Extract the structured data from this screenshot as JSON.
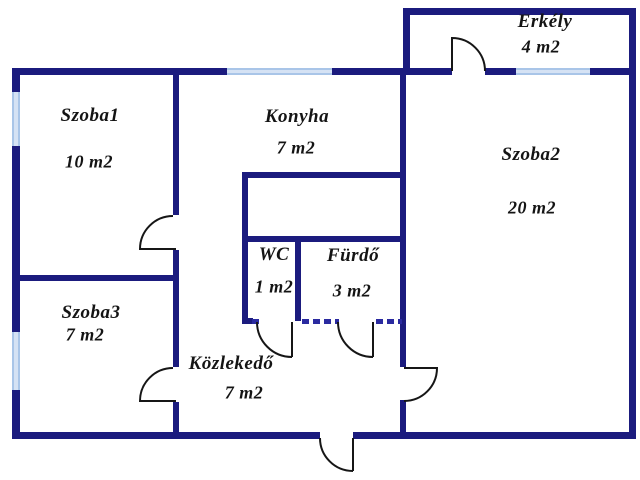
{
  "plan": {
    "type": "apartment-floor-plan",
    "rooms": [
      {
        "name": "Szoba1",
        "area": "10 m2"
      },
      {
        "name": "Konyha",
        "area": "7 m2"
      },
      {
        "name": "Erkély",
        "area": "4 m2"
      },
      {
        "name": "Szoba2",
        "area": "20 m2"
      },
      {
        "name": "WC",
        "area": "1 m2"
      },
      {
        "name": "Fürdő",
        "area": "3 m2"
      },
      {
        "name": "Szoba3",
        "area": "7 m2"
      },
      {
        "name": "Közlekedő",
        "area": "7 m2"
      }
    ],
    "colors": {
      "wall": "#1b1b7e",
      "window": "#a9c5e8",
      "window_light": "#d5e2f4",
      "door": "#161616",
      "text": "#141414",
      "threshold": "#2a2aa0",
      "background": "#ffffff"
    }
  }
}
